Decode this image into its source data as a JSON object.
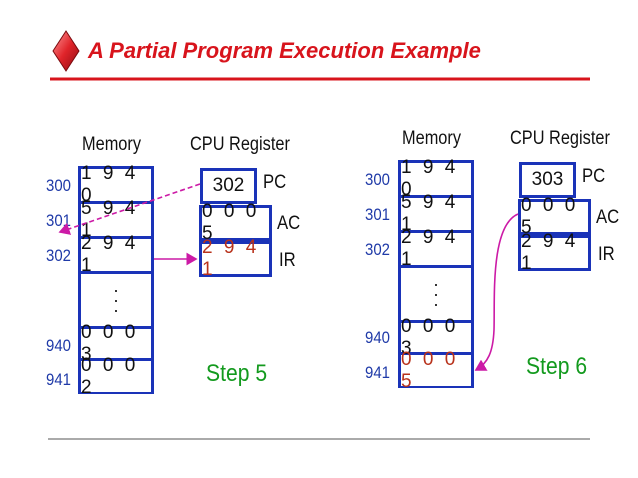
{
  "title": "A Partial Program Execution Example",
  "colors": {
    "title": "#d8141c",
    "box_border": "#1a33b8",
    "address": "#1f3aa8",
    "step": "#139a1e",
    "highlight": "#b8321b",
    "arrow": "#cc1aa6"
  },
  "left": {
    "memory_header": "Memory",
    "cpu_header": "CPU Register",
    "memory": {
      "rows": [
        {
          "address": "300",
          "value": "1 9 4 0"
        },
        {
          "address": "301",
          "value": "5 9 4 1"
        },
        {
          "address": "302",
          "value": "2 9 4 1"
        }
      ],
      "ellipsis": [
        "·",
        "·",
        "·"
      ],
      "bottom_rows": [
        {
          "address": "940",
          "value": "0 0 0 3"
        },
        {
          "address": "941",
          "value": "0 0 0 2"
        }
      ]
    },
    "registers": [
      {
        "name": "PC",
        "value": "302"
      },
      {
        "name": "AC",
        "value": "0 0 0 5"
      },
      {
        "name": "IR",
        "value": "2 9 4 1"
      }
    ],
    "step": "Step 5"
  },
  "right": {
    "memory_header": "Memory",
    "cpu_header": "CPU Register",
    "memory": {
      "rows": [
        {
          "address": "300",
          "value": "1 9 4 0"
        },
        {
          "address": "301",
          "value": "5 9 4 1"
        },
        {
          "address": "302",
          "value": "2 9 4 1"
        }
      ],
      "ellipsis": [
        "·",
        "·",
        "·"
      ],
      "bottom_rows": [
        {
          "address": "940",
          "value": "0 0 0 3"
        },
        {
          "address": "941",
          "value": "0 0 0 5"
        }
      ]
    },
    "registers": [
      {
        "name": "PC",
        "value": "303"
      },
      {
        "name": "AC",
        "value": "0 0 0 5"
      },
      {
        "name": "IR",
        "value": "2 9 4 1"
      }
    ],
    "step": "Step 6"
  }
}
